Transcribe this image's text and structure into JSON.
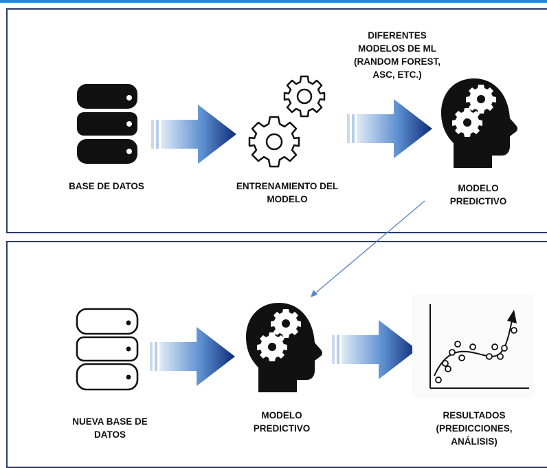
{
  "training_panel": {
    "database_label": "BASE DE DATOS",
    "training_label": "ENTRENAMIENTO DEL\nMODELO",
    "models_note": "DIFERENTES\nMODELOS DE ML\n(RANDOM FOREST,\nASC, ETC.)",
    "predictive_model_label": "MODELO\nPREDICTIVO"
  },
  "prediction_panel": {
    "new_database_label": "NUEVA BASE DE\nDATOS",
    "predictive_model_label": "MODELO\nPREDICTIVO",
    "results_label": "RESULTADOS\n(PREDICCIONES,\nANÁLISIS)"
  },
  "colors": {
    "panel_border": "#2b3a67",
    "arrow_light": "#dfeaf6",
    "arrow_dark": "#0e2a78",
    "connector": "#5b86c9",
    "icon": "#111111"
  }
}
